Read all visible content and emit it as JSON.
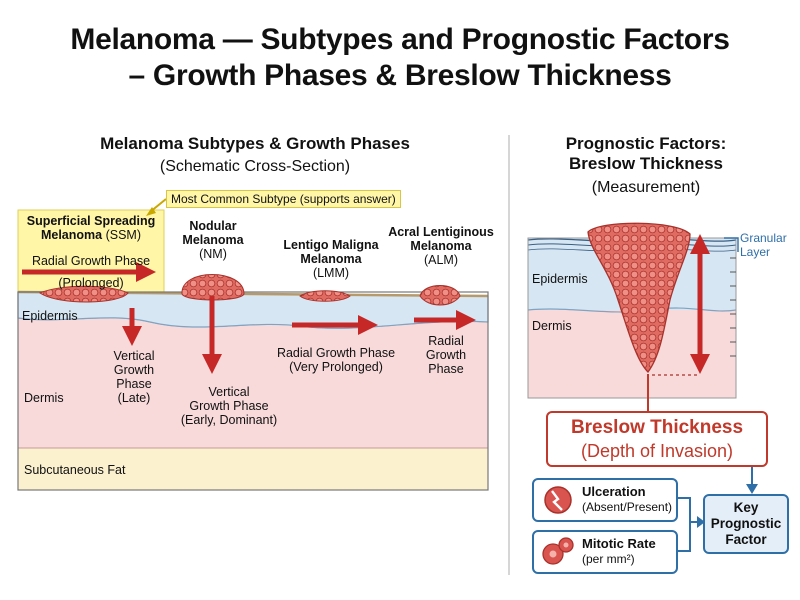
{
  "title": {
    "line1": "Melanoma — Subtypes and Prognostic Factors",
    "line2": "– Growth Phases & Breslow Thickness"
  },
  "left_panel": {
    "title": "Melanoma Subtypes & Growth Phases",
    "subtitle": "(Schematic Cross-Section)",
    "note": "Most Common Subtype (supports answer)",
    "layers": {
      "epidermis": "Epidermis",
      "dermis": "Dermis",
      "fat": "Subcutaneous Fat"
    },
    "ssm": {
      "name_line1": "Superficial Spreading",
      "name_line2": "Melanoma",
      "abbr": "(SSM)",
      "radial_line1": "Radial Growth Phase",
      "radial_line2": "(Prolonged)",
      "vertical_line1": "Vertical",
      "vertical_line2": "Growth",
      "vertical_line3": "Phase",
      "vertical_line4": "(Late)"
    },
    "nm": {
      "name_line1": "Nodular",
      "name_line2": "Melanoma",
      "abbr": "(NM)",
      "vertical_line1": "Vertical",
      "vertical_line2": "Growth Phase",
      "vertical_line3": "(Early, Dominant)"
    },
    "lmm": {
      "name_line1": "Lentigo Maligna",
      "name_line2": "Melanoma",
      "abbr": "(LMM)",
      "radial_line1": "Radial Growth Phase",
      "radial_line2": "(Very Prolonged)"
    },
    "alm": {
      "name_line1": "Acral Lentiginous",
      "name_line2": "Melanoma",
      "abbr": "(ALM)",
      "radial_line1": "Radial",
      "radial_line2": "Growth",
      "radial_line3": "Phase"
    }
  },
  "right_panel": {
    "title_line1": "Prognostic Factors:",
    "title_line2": "Breslow Thickness",
    "subtitle": "(Measurement)",
    "granular_line1": "Granular",
    "granular_line2": "Layer",
    "epidermis": "Epidermis",
    "dermis": "Dermis",
    "breslow_title": "Breslow Thickness",
    "breslow_sub": "(Depth of Invasion)",
    "factors": [
      {
        "title": "Ulceration",
        "sub": "(Absent/Present)",
        "icon": "ulceration-icon"
      },
      {
        "title": "Mitotic Rate",
        "sub": "(per mm²)",
        "icon": "mitosis-icon"
      }
    ],
    "key_line1": "Key",
    "key_line2": "Prognostic",
    "key_line3": "Factor"
  },
  "colors": {
    "tumor": "#d9534f",
    "arrow": "#c62828",
    "epidermis": "#d6e6f3",
    "dermis": "#f8dada",
    "fat": "#fbf1cf",
    "note": "#fff6a8",
    "blue": "#2f6fa8"
  }
}
